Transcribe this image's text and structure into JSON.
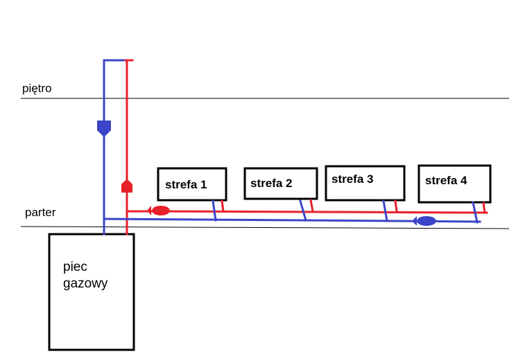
{
  "floors": {
    "upper": "piętro",
    "ground": "parter"
  },
  "furnace": {
    "line1": "piec",
    "line2": "gazowy"
  },
  "zones": [
    "strefa 1",
    "strefa 2",
    "strefa 3",
    "strefa 4"
  ],
  "colors": {
    "supply": "#e8202a",
    "return": "#3b44c8",
    "outline": "#000000",
    "floor_line": "#000000",
    "background": "#ffffff"
  }
}
